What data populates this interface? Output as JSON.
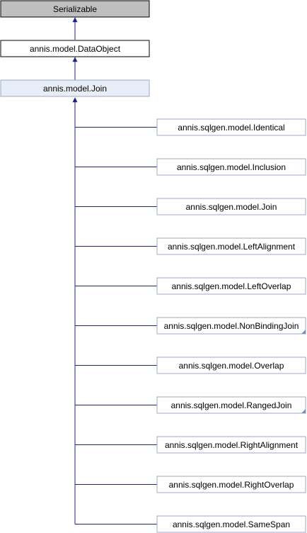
{
  "diagram": {
    "nodes": {
      "serializable": {
        "label": "Serializable",
        "fill": "#bfbfbf",
        "stroke": "#000000"
      },
      "data_object": {
        "label": "annis.model.DataObject",
        "fill": "#ffffff",
        "stroke": "#000000"
      },
      "join_base": {
        "label": "annis.model.Join",
        "fill": "#e8eef7",
        "stroke": "#9aa8c4"
      }
    },
    "subclasses": [
      {
        "label": "annis.sqlgen.model.Identical",
        "has_more": false
      },
      {
        "label": "annis.sqlgen.model.Inclusion",
        "has_more": false
      },
      {
        "label": "annis.sqlgen.model.Join",
        "has_more": false
      },
      {
        "label": "annis.sqlgen.model.LeftAlignment",
        "has_more": false
      },
      {
        "label": "annis.sqlgen.model.LeftOverlap",
        "has_more": false
      },
      {
        "label": "annis.sqlgen.model.NonBindingJoin",
        "has_more": true
      },
      {
        "label": "annis.sqlgen.model.Overlap",
        "has_more": false
      },
      {
        "label": "annis.sqlgen.model.RangedJoin",
        "has_more": true
      },
      {
        "label": "annis.sqlgen.model.RightAlignment",
        "has_more": false
      },
      {
        "label": "annis.sqlgen.model.RightOverlap",
        "has_more": false
      },
      {
        "label": "annis.sqlgen.model.SameSpan",
        "has_more": false
      }
    ],
    "colors": {
      "subclass_fill": "#ffffff",
      "subclass_stroke": "#9aa8c4",
      "edge": "#1a237e",
      "more_marker": "#7a8fb8"
    }
  }
}
